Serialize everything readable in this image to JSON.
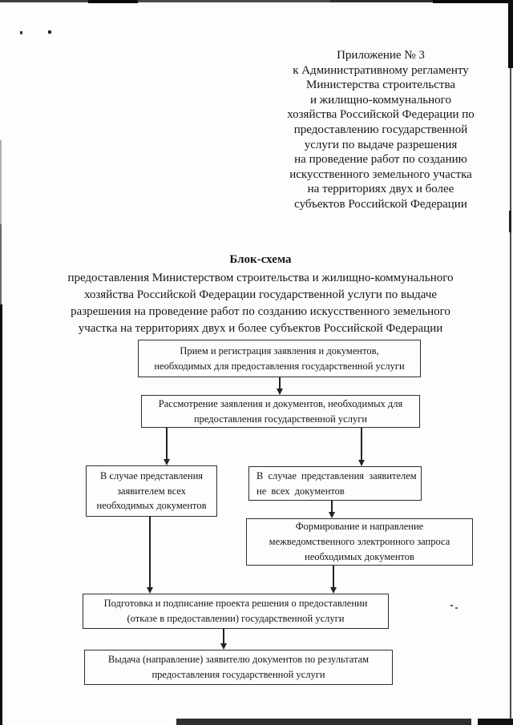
{
  "document": {
    "appendix_label_lines": [
      "Приложение № 3",
      "к Административному регламенту",
      "Министерства строительства",
      "и жилищно-коммунального",
      "хозяйства Российской Федерации по",
      "предоставлению государственной",
      "услуги по выдаче разрешения",
      "на проведение работ по созданию",
      "искусственного земельного участка",
      "на территориях двух и более",
      "субъектов Российской Федерации"
    ],
    "heading": {
      "title": "Блок-схема",
      "subtitle_lines": [
        "предоставления Министерством строительства и жилищно-коммунального",
        "хозяйства Российской Федерации государственной услуги по выдаче",
        "разрешения на проведение работ по созданию искусственного земельного",
        "участка на территориях двух и более субъектов Российской Федерации"
      ]
    }
  },
  "flowchart": {
    "nodes": [
      {
        "id": "reception",
        "lines": [
          "Прием и регистрация заявления и документов,",
          "необходимых для предоставления государственной услуги"
        ]
      },
      {
        "id": "review",
        "lines": [
          "Рассмотрение заявления и документов, необходимых для",
          "предоставления государственной услуги"
        ]
      },
      {
        "id": "all-documents-case",
        "lines": [
          "В случае представления",
          "заявителем всех",
          "необходимых документов"
        ]
      },
      {
        "id": "not-all-documents-case",
        "lines": [
          "В случае представления заявителем",
          "не всех документов"
        ]
      },
      {
        "id": "interagency-request",
        "lines": [
          "Формирование и направление",
          "межведомственного электронного запроса",
          "необходимых документов"
        ]
      },
      {
        "id": "decision-signing",
        "lines": [
          "Подготовка и подписание проекта решения о предоставлении",
          "(отказе в предоставлении) государственной услуги"
        ]
      },
      {
        "id": "issuance",
        "lines": [
          "Выдача (направление) заявителю документов по результатам",
          "предоставления государственной услуги"
        ]
      }
    ]
  }
}
